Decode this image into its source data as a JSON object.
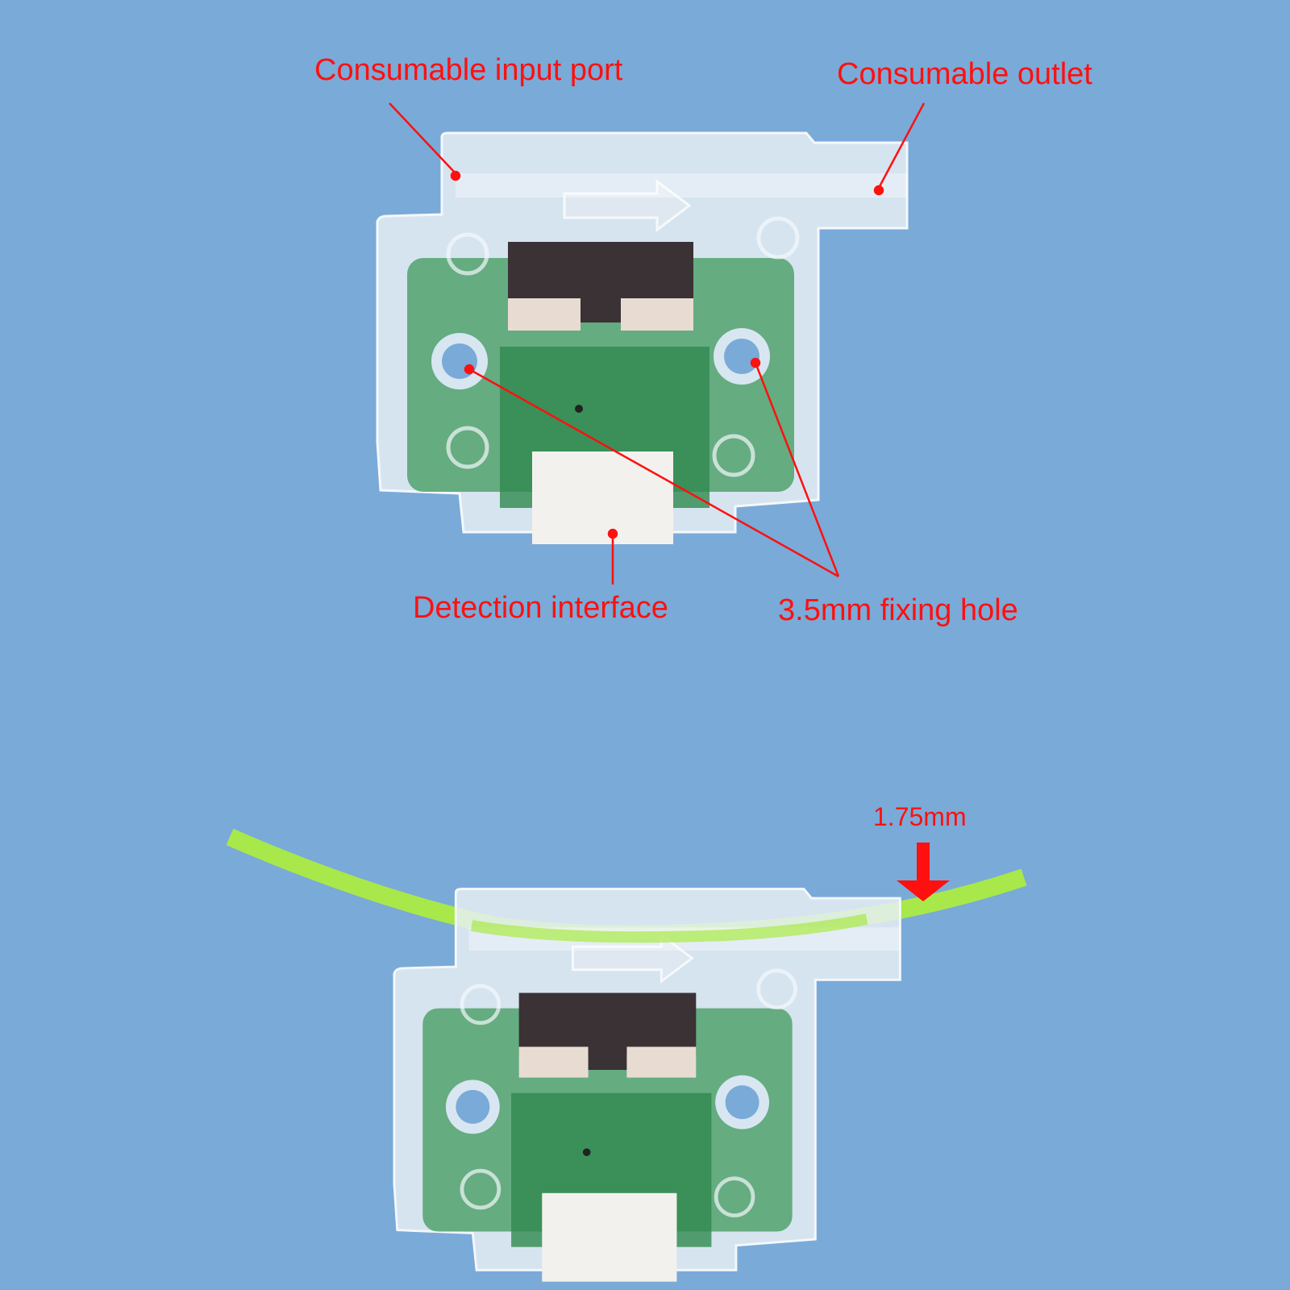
{
  "labels": {
    "input_port": "Consumable input port",
    "outlet": "Consumable outlet",
    "detection": "Detection interface",
    "fixing_hole": "3.5mm fixing hole",
    "diameter": "1.75mm"
  },
  "colors": {
    "background": "#7aaad8",
    "annotation": "#ff1010",
    "filament": "#a8e84a",
    "pcb": "#2f8a4e"
  }
}
